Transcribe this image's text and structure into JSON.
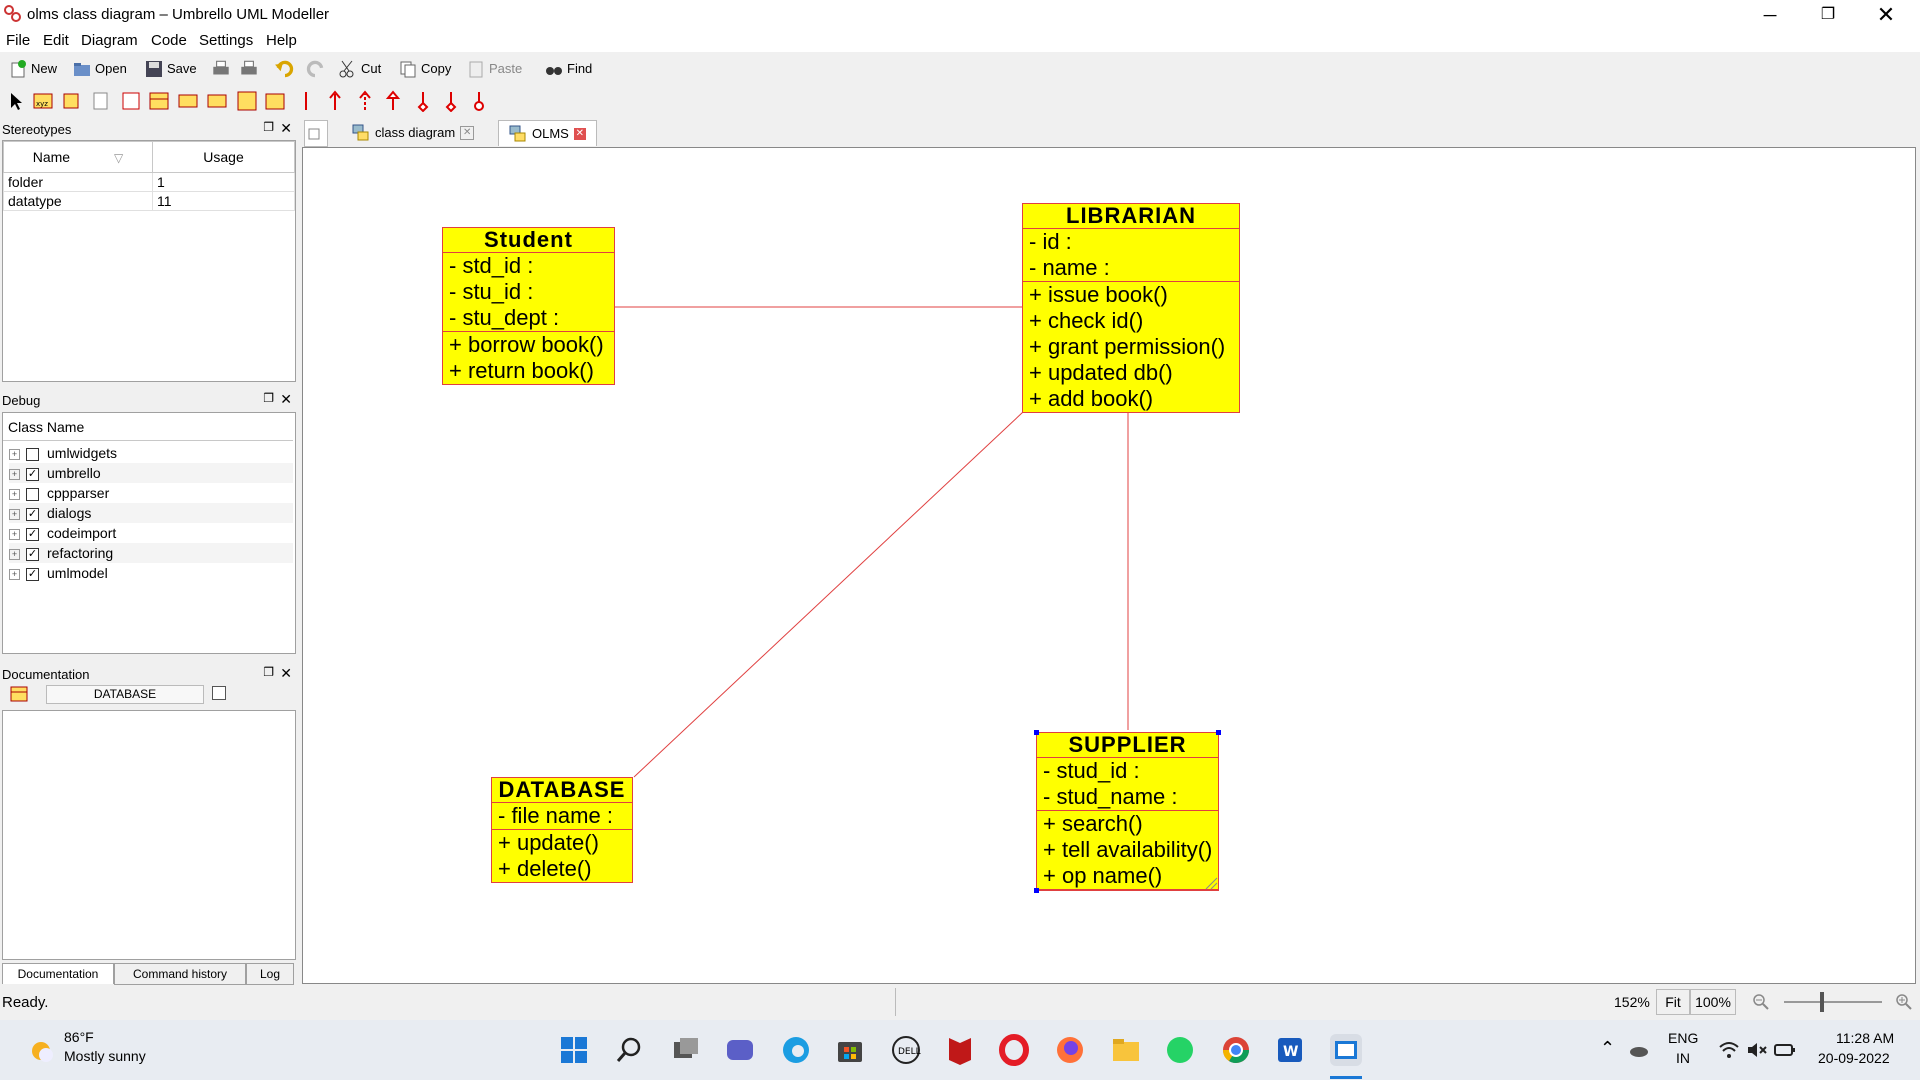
{
  "window": {
    "title": "olms class diagram – Umbrello UML Modeller",
    "min_icon": "minimize-icon",
    "max_icon": "restore-icon",
    "close_icon": "close-icon"
  },
  "menu": [
    "File",
    "Edit",
    "Diagram",
    "Code",
    "Settings",
    "Help"
  ],
  "toolbar": {
    "new": "New",
    "open": "Open",
    "save": "Save",
    "cut": "Cut",
    "copy": "Copy",
    "paste": "Paste",
    "find": "Find"
  },
  "stereotypes": {
    "title": "Stereotypes",
    "col_name": "Name",
    "col_usage": "Usage",
    "rows": [
      {
        "name": "folder",
        "usage": "1"
      },
      {
        "name": "datatype",
        "usage": "11"
      }
    ]
  },
  "debug": {
    "title": "Debug",
    "col": "Class Name",
    "items": [
      {
        "label": "umlwidgets",
        "checked": false
      },
      {
        "label": "umbrello",
        "checked": true
      },
      {
        "label": "cppparser",
        "checked": false
      },
      {
        "label": "dialogs",
        "checked": true
      },
      {
        "label": "codeimport",
        "checked": true
      },
      {
        "label": "refactoring",
        "checked": true
      },
      {
        "label": "umlmodel",
        "checked": true
      }
    ]
  },
  "documentation": {
    "title": "Documentation",
    "object_name": "DATABASE",
    "tabs": [
      "Documentation",
      "Command history",
      "Log"
    ]
  },
  "tabs": [
    {
      "label": "class diagram"
    },
    {
      "label": "OLMS"
    }
  ],
  "diagram": {
    "student": {
      "name": "Student",
      "attrs": [
        "- std_id :",
        "- stu_id :",
        "- stu_dept :"
      ],
      "ops": [
        "+ borrow book()",
        "+ return book()"
      ]
    },
    "librarian": {
      "name": "LIBRARIAN",
      "attrs": [
        "- id :",
        "- name :"
      ],
      "ops": [
        "+ issue book()",
        "+ check id()",
        "+ grant permission()",
        "+ updated db()",
        "+ add book()"
      ]
    },
    "database": {
      "name": "DATABASE",
      "attrs": [
        "- file name :"
      ],
      "ops": [
        "+ update()",
        "+ delete()"
      ]
    },
    "supplier": {
      "name": "SUPPLIER",
      "attrs": [
        "- stud_id :",
        "- stud_name :"
      ],
      "ops": [
        "+ search()",
        "+ tell availability()",
        "+ op name()"
      ]
    }
  },
  "status": {
    "text": "Ready.",
    "zoom": "152%",
    "fit": "Fit",
    "hundred": "100%"
  },
  "taskbar": {
    "weather_temp": "86°F",
    "weather_desc": "Mostly sunny",
    "lang1": "ENG",
    "lang2": "IN",
    "time": "11:28 AM",
    "date": "20-09-2022"
  }
}
